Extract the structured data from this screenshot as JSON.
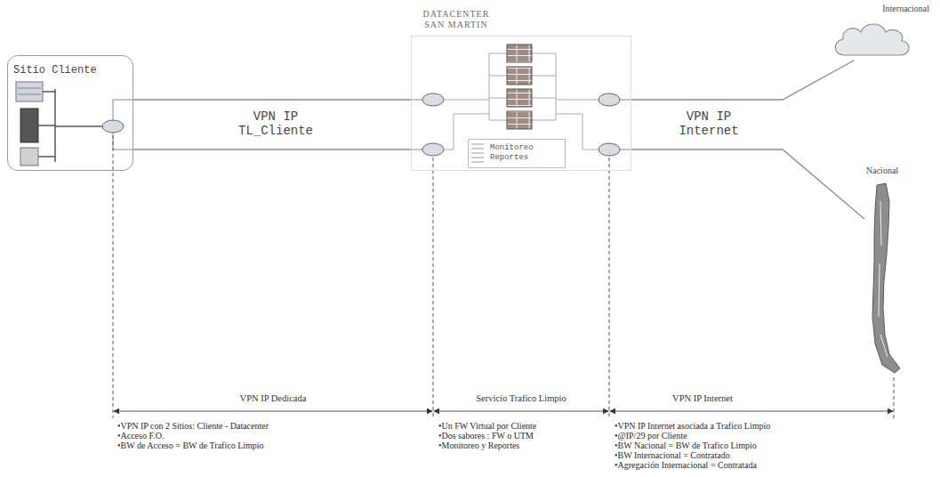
{
  "diagram": {
    "nodes": [
      {
        "text": [
          "Sitio Cliente"
        ]
      },
      {
        "text": [
          "DATACENTER SAN MARTIN"
        ]
      },
      {
        "text": [
          "Monitoreo Reportes"
        ],
        "in": 1
      },
      {
        "text": [
          "Internacional"
        ]
      },
      {
        "text": [
          "Nacional"
        ]
      }
    ],
    "edges": [
      {
        "from": 0,
        "to": 1,
        "arrow": "none"
      },
      {
        "from": 0,
        "to": 1,
        "arrow": "none"
      },
      {
        "from": 1,
        "to": 3,
        "arrow": "none"
      },
      {
        "from": 1,
        "to": 4,
        "arrow": "none"
      }
    ],
    "labels": [
      "VPN IP TL_Cliente",
      "VPN IP Internet",
      "VPN IP Dedicada",
      "Servicio Trafico Limpio",
      "VPN IP Internet",
      "•VPN IP con 2 Sitios: Cliente - Datacenter",
      "•Acceso F.O.",
      "•BW de Acceso = BW de Trafico Limpio",
      "•Un FW Virtual por Cliente",
      "•Dos sabores : FW o UTM",
      "•Monitoreo y Reportes",
      "•VPN IP Internet asociada a Trafico Limpio",
      "•@IP/29 por Cliente",
      "•BW Nacional = BW de Trafico Limpio",
      "•BW Internacional = Contratado",
      "•Agregación Internacional = Contratada"
    ]
  }
}
